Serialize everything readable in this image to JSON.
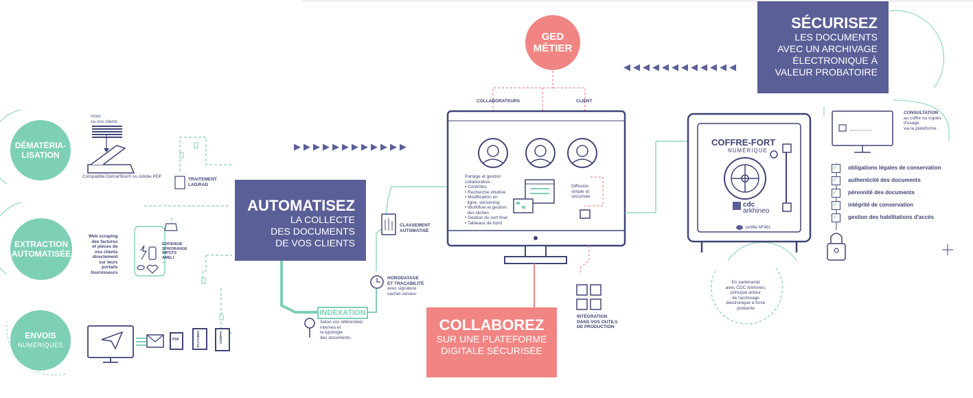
{
  "colors": {
    "teal": "#7dcfb6",
    "navy": "#5b5f97",
    "coral": "#f08583",
    "ink": "#3e4474"
  },
  "left": {
    "dematerialisation": {
      "line1": "DÉMATÉRIA-",
      "line2": "LISATION"
    },
    "extraction": {
      "line1": "EXTRACTION",
      "line2": "AUTOMATISÉE"
    },
    "envois": {
      "line1": "ENVOIS",
      "line2": "NUMÉRIQUES"
    },
    "scanner_caption_1": "Vous",
    "scanner_caption_2": "ou vos clients",
    "compatible": "Compatible Demat'Box® ou",
    "pdf_mark": "PDF",
    "traitement": "TRAITEMENT",
    "lad_rad": "LAD/RAD",
    "webscraping": [
      "Web scraping",
      "des factures",
      "et pièces de",
      "vos clients",
      "directement",
      "sur leurs",
      "portails",
      "fournisseurs"
    ],
    "tags": [
      "EDF/ENGIE",
      "SFR/ORANGE",
      "IMPOTS",
      "AMELI",
      "..."
    ],
    "doc_pdf": "PDF",
    "doc_factures": "FACTURES",
    "doc_compta": "COMPTA"
  },
  "automatisez": {
    "title": "AUTOMATISEZ",
    "line1": "LA COLLECTE",
    "line2": "DES DOCUMENTS",
    "line3": "DE VOS CLIENTS"
  },
  "indexation": {
    "label": "INDEXATION",
    "caption": [
      "Selon vos référentiels",
      "internes et",
      "la typologie",
      "des documents."
    ]
  },
  "classement": {
    "line1": "CLASSEMENT",
    "line2": "AUTOMATISÉ"
  },
  "horodatage": {
    "line1": "HORODATAGE",
    "line2": "ET TRAÇABILITÉ",
    "line3": "avec signature",
    "line4": "cachet serveur"
  },
  "ged": {
    "line1": "GED",
    "line2": "MÉTIER"
  },
  "monitor": {
    "collaborateurs": "COLLABORATEURS",
    "client": "CLIENT",
    "partage": [
      "Partage et gestion",
      "collaborative :",
      "• Contrôles",
      "• Recherche intuitive",
      "• Modification en",
      "  ligne, versioning",
      "• Workflow et gestion",
      "  des tâches",
      "• Gestion du sort final",
      "• Tableaux de bord"
    ],
    "diffusion": [
      "Diffusion",
      "simple et",
      "sécurisée"
    ]
  },
  "integration": {
    "line1": "INTÉGRATION",
    "line2": "DANS VOS OUTILS",
    "line3": "DE PRODUCTION"
  },
  "collaborez": {
    "title": "COLLABOREZ",
    "line1": "SUR UNE PLATEFORME",
    "line2": "DIGITALE SÉCURISÉE"
  },
  "securisez": {
    "title": "SÉCURISEZ",
    "line1": "LES DOCUMENTS",
    "line2": "AVEC UN ARCHIVAGE",
    "line3": "ÉLECTRONIQUE À",
    "line4": "VALEUR PROBATOIRE"
  },
  "safe": {
    "title": "COFFRE-FORT",
    "subtitle": "NUMÉRIQUE",
    "brand1": "cdc",
    "brand2": "arkhineo",
    "cert": "certifié NF461"
  },
  "consultation": {
    "title": "CONSULTATION",
    "lines": [
      "au coffre ou copies",
      "d'usage",
      "via la plateforme"
    ]
  },
  "checklist": [
    "obligations légales de conservation",
    "authenticité des documents",
    "pérennité des documents",
    "intégrité de conservation",
    "gestion des habilitations d'accès"
  ],
  "partner": [
    "En partenariat",
    "avec CDC Arkhinéo,",
    "principal acteur",
    "de l'archivage",
    "électronique à force",
    "probante"
  ]
}
